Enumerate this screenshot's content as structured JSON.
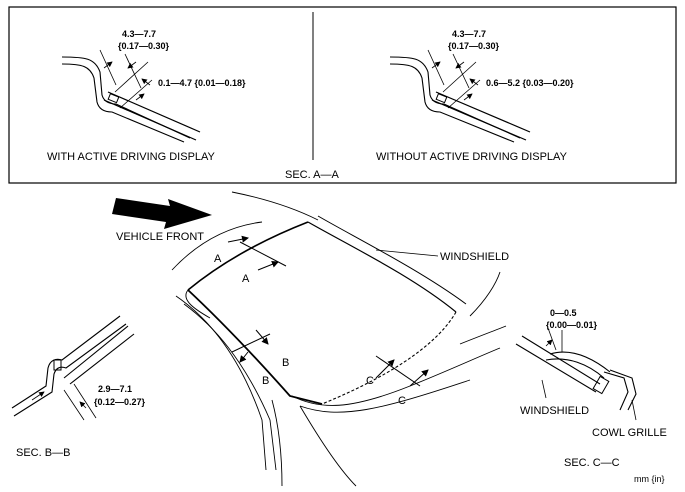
{
  "panel_a": {
    "left": {
      "caption": "WITH ACTIVE DRIVING DISPLAY",
      "dim_top_mm": "4.3—7.7",
      "dim_top_in": "{0.17—0.30}",
      "dim_side": "0.1—4.7 {0.01—0.18}"
    },
    "right": {
      "caption": "WITHOUT ACTIVE DRIVING DISPLAY",
      "dim_top_mm": "4.3—7.7",
      "dim_top_in": "{0.17—0.30}",
      "dim_side": "0.6—5.2 {0.03—0.20}"
    },
    "section_label": "SEC. A—A"
  },
  "main": {
    "vehicle_front": "VEHICLE FRONT",
    "windshield": "WINDSHIELD",
    "markers": {
      "a": "A",
      "b": "B",
      "c": "C"
    }
  },
  "sec_b": {
    "dim_mm": "2.9—7.1",
    "dim_in": "{0.12—0.27}",
    "label": "SEC. B—B"
  },
  "sec_c": {
    "dim_mm": "0—0.5",
    "dim_in": "{0.00—0.01}",
    "windshield": "WINDSHIELD",
    "cowl_grille": "COWL GRILLE",
    "label": "SEC. C—C"
  },
  "units": "mm {in}"
}
